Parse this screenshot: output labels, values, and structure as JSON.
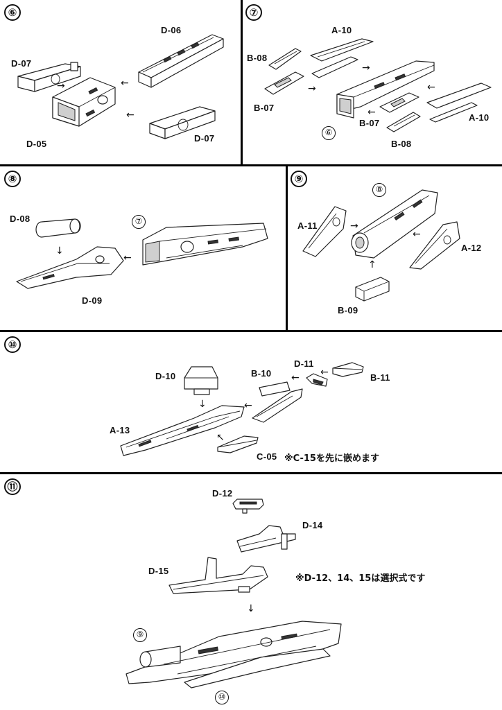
{
  "steps": [
    {
      "number": "⑥",
      "parts": [
        "D-06",
        "D-07",
        "D-05",
        "D-07"
      ]
    },
    {
      "number": "⑦",
      "parts": [
        "A-10",
        "B-08",
        "B-07",
        "A-10",
        "B-07",
        "B-08"
      ],
      "ref": "⑥"
    },
    {
      "number": "⑧",
      "parts": [
        "D-08",
        "D-09"
      ],
      "ref": "⑦"
    },
    {
      "number": "⑨",
      "parts": [
        "A-11",
        "A-12",
        "B-09"
      ],
      "ref": "⑧"
    },
    {
      "number": "⑩",
      "parts": [
        "D-11",
        "B-11",
        "D-10",
        "B-10",
        "A-13",
        "C-05"
      ],
      "note": "※C-15を先に嵌めます"
    },
    {
      "number": "⑪",
      "parts": [
        "D-12",
        "D-14",
        "D-15"
      ],
      "note": "※D-12、14、15は選択式です",
      "refs": [
        "⑨",
        "⑩"
      ]
    }
  ],
  "icons": [
    "arrow-icon"
  ]
}
